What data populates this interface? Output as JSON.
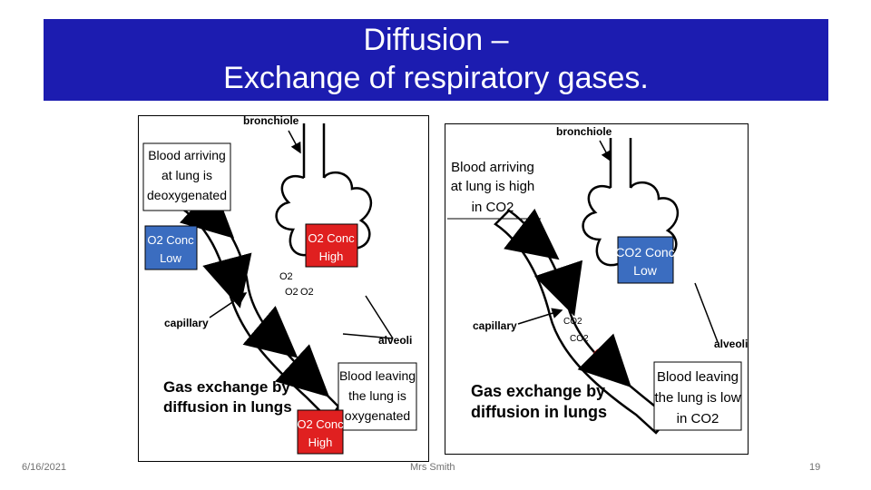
{
  "slide": {
    "title_line1": "Diffusion –",
    "title_line2": "Exchange of respiratory gases.",
    "accent_color": "#1c1cb0"
  },
  "left_diagram": {
    "bronchiole": "bronchiole",
    "capillary": "capillary",
    "alveoli": "alveoli",
    "arriving_box": [
      "Blood arriving",
      "at lung is",
      "deoxygenated"
    ],
    "o2_low_box": [
      "O2 Conc",
      "Low"
    ],
    "o2_high_alveolus_box": [
      "O2 Conc",
      "High"
    ],
    "molecules": [
      "O2",
      "O2",
      "O2"
    ],
    "caption": [
      "Gas exchange by",
      "diffusion in lungs"
    ],
    "leaving_box": [
      "Blood leaving",
      "the lung is",
      "oxygenated"
    ],
    "o2_high_blood_box": [
      "O2 Conc",
      "High"
    ]
  },
  "right_diagram": {
    "bronchiole": "bronchiole",
    "capillary": "capillary",
    "alveoli": "alveoli",
    "arriving_box": [
      "Blood arriving",
      "at lung is high",
      "in CO2"
    ],
    "co2_low_box": [
      "CO2 Conc",
      "Low"
    ],
    "molecules": [
      "CO2",
      "CO2"
    ],
    "caption": [
      "Gas exchange by",
      "diffusion in lungs"
    ],
    "leaving_box": [
      "Blood leaving",
      "the lung is low",
      "in CO2"
    ]
  },
  "footer": {
    "date": "6/16/2021",
    "author": "Mrs Smith",
    "page_number": "19"
  }
}
